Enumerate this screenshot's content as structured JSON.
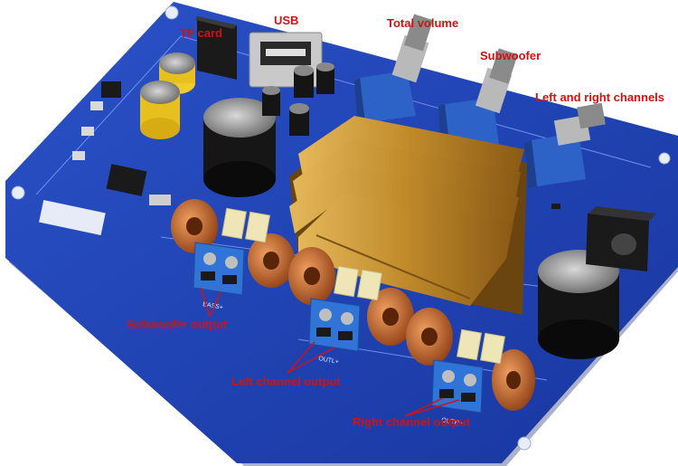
{
  "annotations": {
    "tf_card": "TF card",
    "usb": "USB",
    "total_volume": "Total volume",
    "subwoofer": "Subwoofer",
    "left_right_channels": "Left and right channels",
    "subwoofer_output": "Subwoofer output",
    "left_channel_output": "Left channel output",
    "right_channel_output": "Right channel output"
  },
  "board_markings": {
    "top_output": "BASS+",
    "left_output": "OUTL+",
    "right_output": "OUTR+"
  },
  "colors": {
    "board": "#1f43b8",
    "annotation": "#d11212",
    "heatsink": "#c9962e",
    "coil": "#c45a1f",
    "terminal": "#2f74d6",
    "potentiometer": "#2d62c6"
  }
}
